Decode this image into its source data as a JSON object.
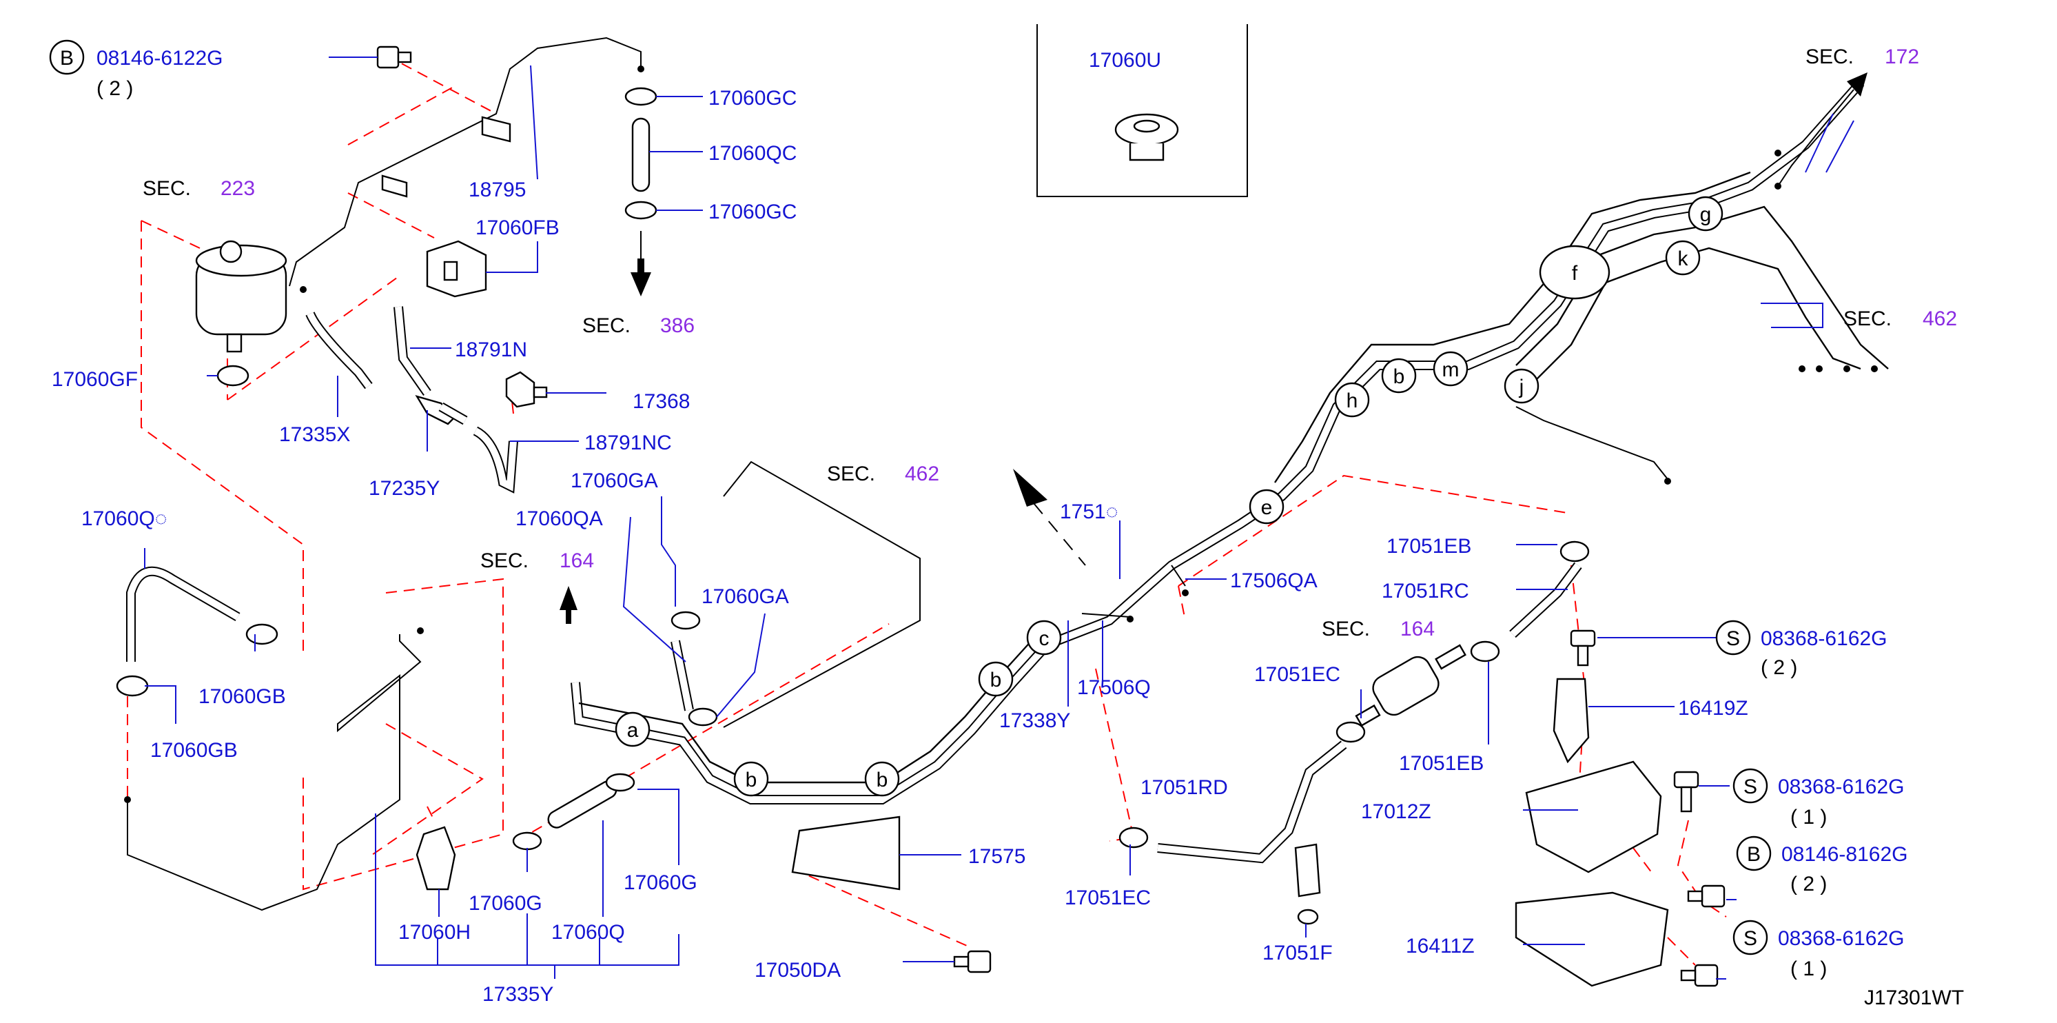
{
  "diagram_id": "J17301WT",
  "section_labels": {
    "sec_prefix": "SEC.",
    "sec_223": "223",
    "sec_386": "386",
    "sec_462_top": "462",
    "sec_164_left": "164",
    "sec_164_right": "164",
    "sec_172": "172",
    "sec_462_right": "462"
  },
  "bolt_callouts": {
    "b_top_left": {
      "letter": "B",
      "part": "08146-6122G",
      "qty": "( 2 )"
    },
    "s_1": {
      "letter": "S",
      "part": "08368-6162G",
      "qty": "( 2 )"
    },
    "s_2": {
      "letter": "S",
      "part": "08368-6162G",
      "qty": "( 1 )"
    },
    "b_right": {
      "letter": "B",
      "part": "08146-8162G",
      "qty": "( 2 )"
    },
    "s_3": {
      "letter": "S",
      "part": "08368-6162G",
      "qty": "( 1 )"
    }
  },
  "parts": {
    "p17060u": "17060U",
    "p18795": "18795",
    "p17060gc_1": "17060GC",
    "p17060qc": "17060QC",
    "p17060gc_2": "17060GC",
    "p17060fb": "17060FB",
    "p18791n": "18791N",
    "p17060gf": "17060GF",
    "p17368": "17368",
    "p17335x": "17335X",
    "p18791nc": "18791NC",
    "p17235y": "17235Y",
    "p17060ga_1": "17060GA",
    "p17060qd": "17060Q◌",
    "p17060qa": "17060QA",
    "p17060ga_2": "17060GA",
    "p17060gb_1": "17060GB",
    "p17060gb_2": "17060GB",
    "p17510": "1751◌",
    "p17506qa": "17506QA",
    "p17506q": "17506Q",
    "p17338y": "17338Y",
    "p17051eb_1": "17051EB",
    "p17051rc": "17051RC",
    "p17051ec_1": "17051EC",
    "p17051eb_2": "17051EB",
    "p16419z": "16419Z",
    "p17012z": "17012Z",
    "p17051rd": "17051RD",
    "p17051ec_2": "17051EC",
    "p17051f": "17051F",
    "p16411z": "16411Z",
    "p17575": "17575",
    "p17050da": "17050DA",
    "p17060g_1": "17060G",
    "p17060g_2": "17060G",
    "p17060h": "17060H",
    "p17060q": "17060Q",
    "p17335y": "17335Y"
  },
  "pipe_markers": {
    "a": "a",
    "b1": "b",
    "b2": "b",
    "b3": "b",
    "c": "c",
    "e": "e",
    "h": "h",
    "b4": "b",
    "m": "m",
    "f": "f",
    "j": "j",
    "g": "g",
    "k": "k"
  },
  "colors": {
    "part_number": "#1414d2",
    "section_number": "#8a2be2",
    "phantom_line": "#ff0000",
    "drawing": "#000000"
  }
}
